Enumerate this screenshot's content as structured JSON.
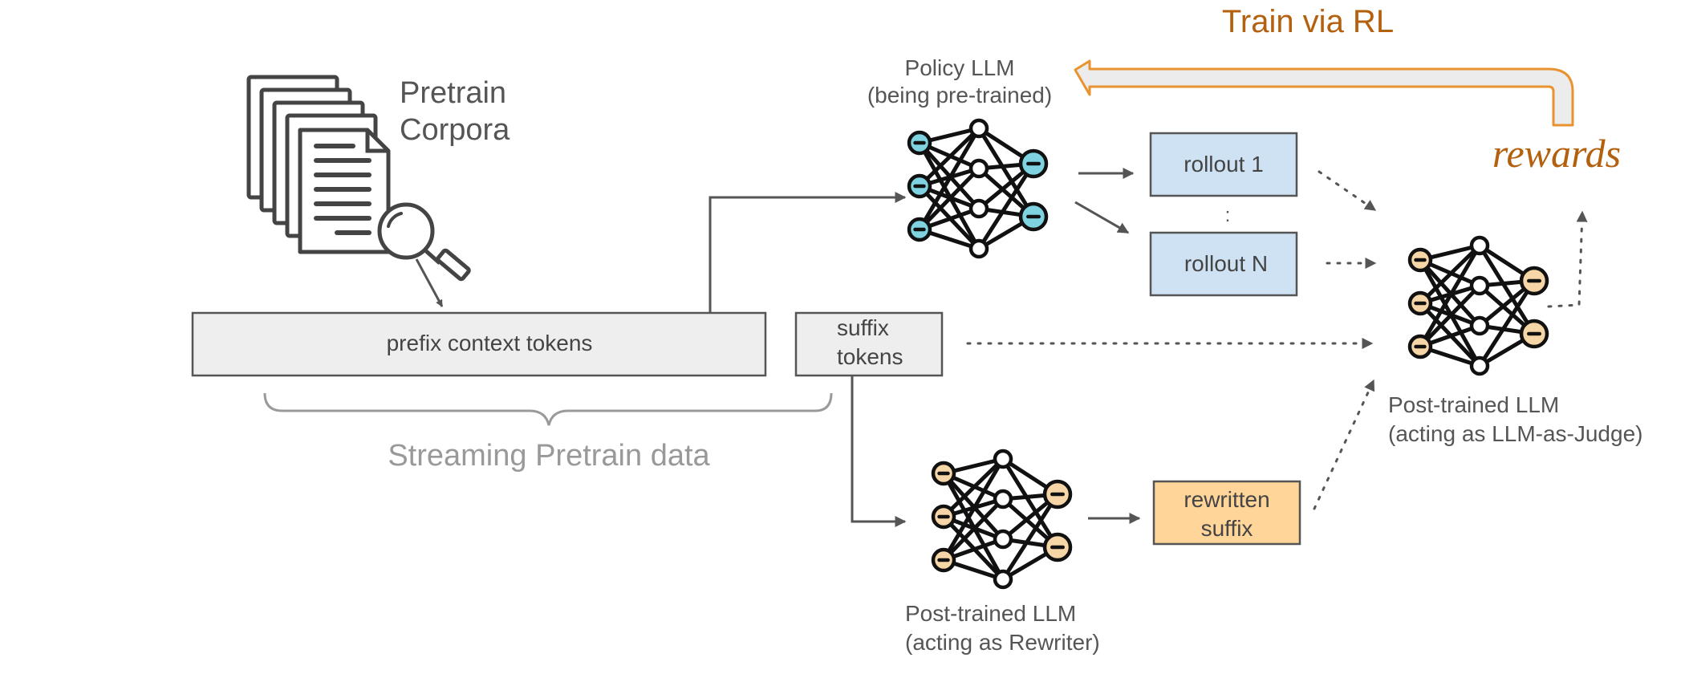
{
  "colors": {
    "ink": "#555555",
    "muted": "#8f8f8f",
    "orange_text": "#b4610f",
    "orange_arrow": "#e8932f",
    "orange_arrow_fill": "#ececec",
    "box_gray": "#eeeeee",
    "box_blue": "#cfe2f3",
    "box_orange": "#ffd59a",
    "policy_node": "#7fd3e0",
    "judge_node": "#f6d6a6"
  },
  "icons": {
    "corpora": "documents-icon",
    "magnifier": "magnifier-icon",
    "policy": "neural-network-icon",
    "judge": "neural-network-icon",
    "rewriter": "neural-network-icon"
  },
  "text": {
    "train_via_rl": "Train via RL",
    "rewards": "rewards",
    "corpora_line1": "Pretrain",
    "corpora_line2": "Corpora",
    "policy_line1": "Policy LLM",
    "policy_line2": "(being pre-trained)",
    "rollout_1": "rollout 1",
    "rollout_ellipsis": ":",
    "rollout_n": "rollout N",
    "prefix": "prefix context tokens",
    "suffix_line1": "suffix",
    "suffix_line2": "tokens",
    "streaming": "Streaming Pretrain data",
    "judge_line1": "Post-trained LLM",
    "judge_line2": "(acting as LLM-as-Judge)",
    "rewritten_line1": "rewritten",
    "rewritten_line2": "suffix",
    "rewriter_line1": "Post-trained LLM",
    "rewriter_line2": "(acting as Rewriter)"
  }
}
